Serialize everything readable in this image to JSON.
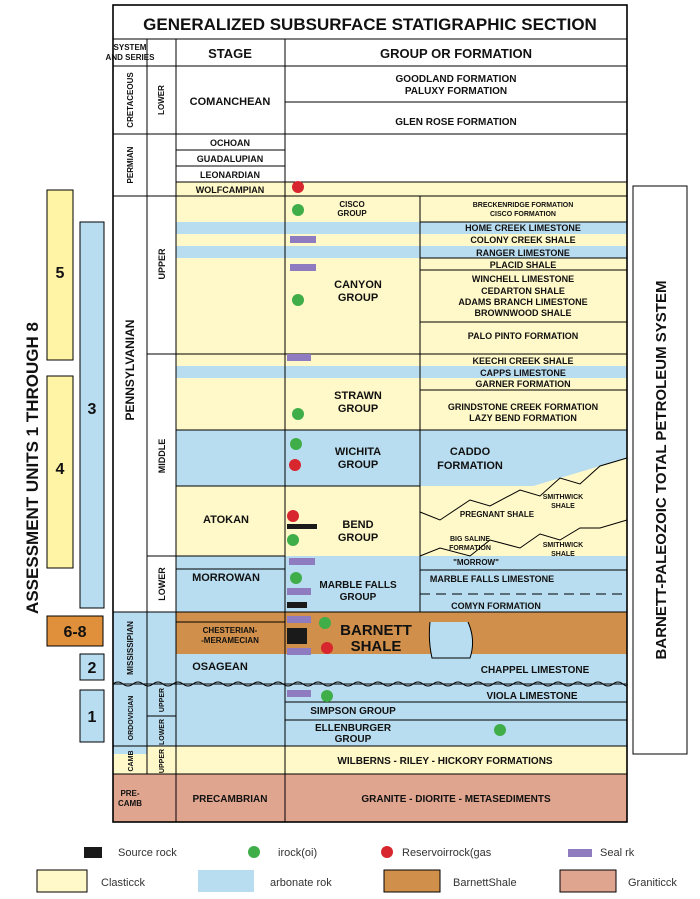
{
  "title": "GENERALIZED SUBSURFACE STATIGRAPHIC SECTION",
  "headers": {
    "system": "SYSTEM AND SERIES",
    "stage": "STAGE",
    "group": "GROUP  OR FORMATION"
  },
  "systems": {
    "cretaceous": "CRETACEOUS",
    "permian": "PERMIAN",
    "pennsylvanian": "PENNSYLVANIAN",
    "mississippian": "MISSISSIPIAN",
    "ordovician": "ORDOVICIAN",
    "camb": "CAMB",
    "precamb_1": "PRE-",
    "precamb_2": "CAMB"
  },
  "series": {
    "lower": "LOWER",
    "upper": "UPPER",
    "middle": "MIDDLE"
  },
  "stages": {
    "comanchean": "COMANCHEAN",
    "ochoan": "OCHOAN",
    "guadalupian": "GUADALUPIAN",
    "leonardian": "LEONARDIAN",
    "wolfcampian": "WOLFCAMPIAN",
    "atokan": "ATOKAN",
    "morrowan": "MORROWAN",
    "chesterian_1": "CHESTERIAN-",
    "chesterian_2": "-MERAMECIAN",
    "osagean": "OSAGEAN",
    "precambrian": "PRECAMBRIAN"
  },
  "formations": {
    "goodland": "GOODLAND FORMATION",
    "paluxy": "PALUXY FORMATION",
    "glen_rose": "GLEN ROSE FORMATION",
    "cisco_group_1": "CISCO",
    "cisco_group_2": "GROUP",
    "breckenridge": "BRECKENRIDGE FORMATION",
    "cisco_formation": "CISCO FORMATION",
    "home_creek": "HOME CREEK LIMESTONE",
    "colony_creek": "COLONY CREEK SHALE",
    "ranger": "RANGER LIMESTONE",
    "placid": "PLACID SHALE",
    "winchell": "WINCHELL LIMESTONE",
    "cedarton": "CEDARTON SHALE",
    "adams_branch": "ADAMS BRANCH LIMESTONE",
    "brownwood": "BROWNWOOD SHALE",
    "palo_pinto": "PALO PINTO FORMATION",
    "canyon_group_1": "CANYON",
    "canyon_group_2": "GROUP",
    "keechi": "KEECHI CREEK SHALE",
    "capps": "CAPPS LIMESTONE",
    "garner": "GARNER FORMATION",
    "grindstone": "GRINDSTONE CREEK FORMATION",
    "lazy_bend": "LAZY BEND FORMATION",
    "strawn_group_1": "STRAWN",
    "strawn_group_2": "GROUP",
    "wichita_group_1": "WICHITA",
    "wichita_group_2": "GROUP",
    "caddo_1": "CADDO",
    "caddo_2": "FORMATION",
    "bend_group_1": "BEND",
    "bend_group_2": "GROUP",
    "smithwick_1": "SMITHWICK",
    "smithwick_2": "SHALE",
    "pregnant_shale": "PREGNANT SHALE",
    "big_saline_1": "BIG SALINE",
    "big_saline_2": "FORMATION",
    "morrow": "\"MORROW\"",
    "marble_falls_group_1": "MARBLE FALLS",
    "marble_falls_group_2": "GROUP",
    "marble_falls_ls": "MARBLE FALLS LIMESTONE",
    "comyn": "COMYN FORMATION",
    "barnett_1": "BARNETT",
    "barnett_2": "SHALE",
    "chappel": "CHAPPEL LIMESTONE",
    "viola": "VIOLA LIMESTONE",
    "simpson": "SIMPSON GROUP",
    "ellenburger_1": "ELLENBURGER",
    "ellenburger_2": "GROUP",
    "wilberns": "WILBERNS - RILEY - HICKORY FORMATIONS",
    "granite": "GRANITE - DIORITE - METASEDIMENTS"
  },
  "assessment": {
    "label": "ASSESSMENT UNITS 1 THROUGH 8",
    "units": [
      "5",
      "4",
      "3",
      "6-8",
      "2",
      "1"
    ]
  },
  "petroleum_system": "BARNETT-PALEOZOIC TOTAL PETROLEUM SYSTEM",
  "legend": {
    "source": "Source rock",
    "oil": "irock(oi)",
    "gas": "Reservoirrock(gas",
    "seal": "Seal rk",
    "clastic": "Clasticck",
    "carbonate": "arbonate rok",
    "barnett": "BarnettShale",
    "granitic": "Graniticck"
  },
  "colors": {
    "clastic": "#FFF8C8",
    "carbonate": "#B9DDF0",
    "barnett": "#D08F4A",
    "granitic": "#E0A58F",
    "petroleum_system": "#E8D2E6",
    "seal": "#8E7BC0",
    "oil": "#3FAE49",
    "gas": "#D7262D",
    "source": "#1a1a1a",
    "unit_yellow": "#FFF3A6",
    "unit_orange": "#E08F3A",
    "unit_blue": "#B9DDF0"
  }
}
